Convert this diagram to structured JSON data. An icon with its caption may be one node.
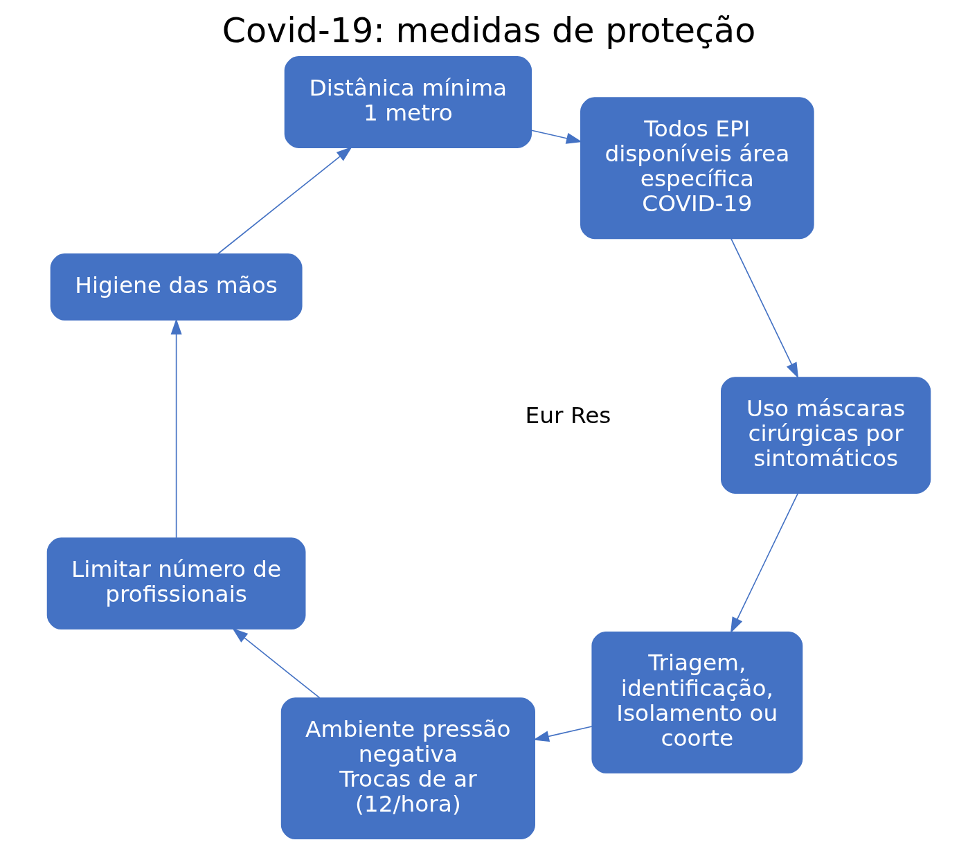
{
  "diagram": {
    "title": "Covid-19: medidas de proteção",
    "nodes": [
      {
        "text": [
          "Triagem, identificação, Isolamento ou coorte"
        ]
      },
      {
        "text": [
          "Ambiente pressão negativa",
          "Trocas de ar",
          "(12/hora)"
        ]
      },
      {
        "text": [
          "Limitar número de profissionais"
        ]
      },
      {
        "text": [
          "Higiene das mãos"
        ]
      },
      {
        "text": [
          "Distânica mínima",
          "1 metro"
        ]
      },
      {
        "text": [
          "Todos EPI disponíveis área específica COVID-19"
        ]
      },
      {
        "text": [
          "Uso máscaras cirúrgicas por sintomáticos"
        ]
      }
    ],
    "edges": [
      {
        "from": 0,
        "to": 1,
        "arrow": "to"
      },
      {
        "from": 1,
        "to": 2,
        "arrow": "to"
      },
      {
        "from": 2,
        "to": 3,
        "arrow": "to"
      },
      {
        "from": 3,
        "to": 4,
        "arrow": "to"
      },
      {
        "from": 4,
        "to": 5,
        "arrow": "to"
      },
      {
        "from": 5,
        "to": 6,
        "arrow": "to"
      },
      {
        "from": 6,
        "to": 0,
        "arrow": "to"
      }
    ],
    "labels": [
      "Eur Res"
    ]
  }
}
